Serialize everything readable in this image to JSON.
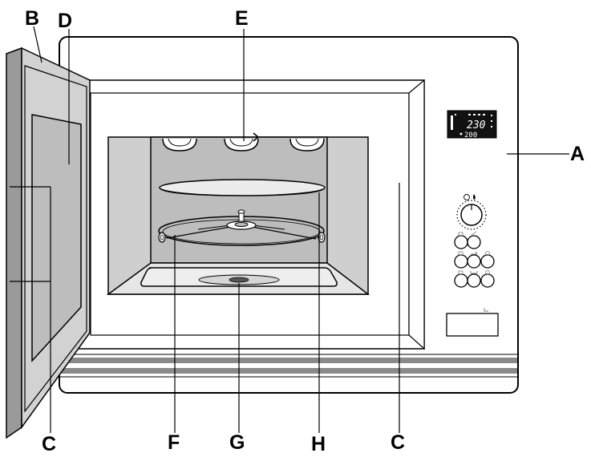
{
  "labels": {
    "a": "A",
    "b": "B",
    "c_left": "C",
    "c_right": "C",
    "d": "D",
    "e": "E",
    "f": "F",
    "g": "G",
    "h": "H"
  },
  "display": {
    "temperature": "230",
    "time": "200"
  },
  "colors": {
    "outline": "#000000",
    "door_frame": "#9a9a9a",
    "door_panel": "#d2d2d2",
    "door_window": "#bdbdbd",
    "cavity_wall": "#cfcfcf",
    "cavity_back": "#bdbdbd",
    "floor": "#e6e6e6",
    "tray": "#e8e8e8",
    "stripe": "#8a8a8a",
    "display_bg": "#111111"
  }
}
